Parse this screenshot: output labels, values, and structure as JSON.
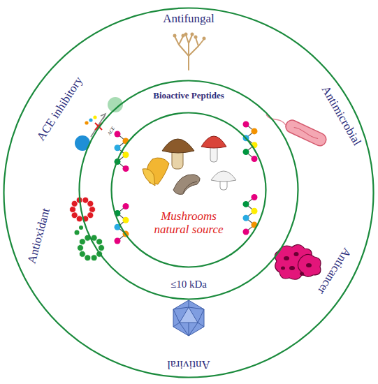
{
  "diagram": {
    "nodes": [
      {
        "text": [
          "Antifungal",
          "Antimicrobial",
          "Anticancer",
          "Antiviral",
          "Antioxidant",
          "ACE inhibitory"
        ]
      },
      {
        "text": [
          "Bioactive Peptides",
          "≤10 kDa"
        ],
        "in": 0
      },
      {
        "text": [
          "Mushrooms natural source"
        ],
        "in": 1
      }
    ],
    "labels": [
      "ACE"
    ]
  }
}
